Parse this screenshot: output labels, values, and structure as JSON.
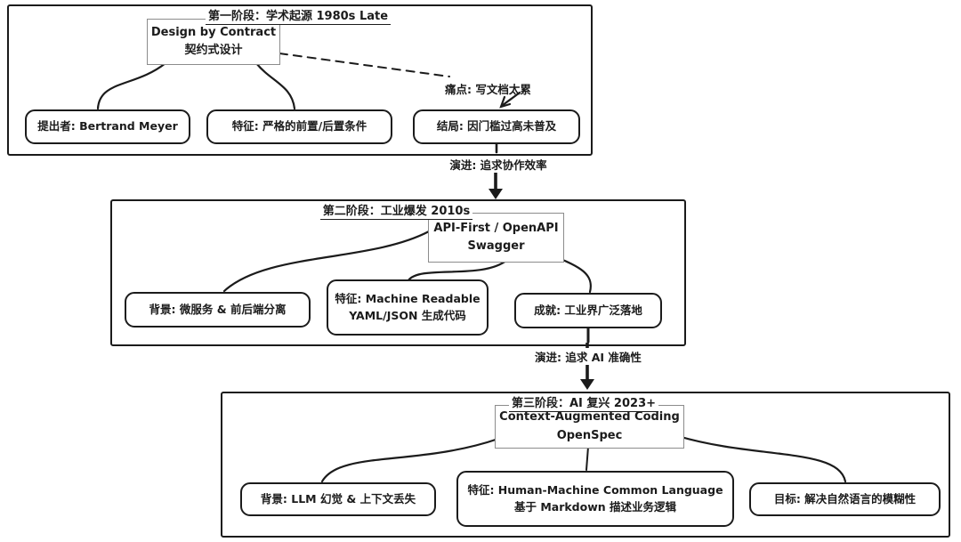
{
  "diagram": {
    "background": "#ffffff",
    "stroke_color": "#1b1b1b",
    "concept_border_color": "#8c8c8c",
    "stages": [
      {
        "title": "第一阶段：学术起源 1980s Late",
        "concept": {
          "line1": "Design by Contract",
          "line2": "契约式设计"
        },
        "children": [
          {
            "line1": "提出者: Bertrand Meyer"
          },
          {
            "line1": "特征: 严格的前置/后置条件"
          },
          {
            "line1": "结局: 因门槛过高未普及"
          }
        ],
        "annotation": "痛点: 写文档太累"
      },
      {
        "title": "第二阶段：工业爆发 2010s",
        "concept": {
          "line1": "API-First / OpenAPI",
          "line2": "Swagger"
        },
        "children": [
          {
            "line1": "背景: 微服务 & 前后端分离"
          },
          {
            "line1": "特征: Machine Readable",
            "line2": "YAML/JSON 生成代码"
          },
          {
            "line1": "成就: 工业界广泛落地"
          }
        ]
      },
      {
        "title": "第三阶段：AI 复兴 2023+",
        "concept": {
          "line1": "Context-Augmented Coding",
          "line2": "OpenSpec"
        },
        "children": [
          {
            "line1": "背景: LLM 幻觉 & 上下文丢失"
          },
          {
            "line1": "特征: Human-Machine Common Language",
            "line2": "基于 Markdown 描述业务逻辑"
          },
          {
            "line1": "目标: 解决自然语言的模糊性"
          }
        ]
      }
    ],
    "transitions": [
      "演进: 追求协作效率",
      "演进: 追求 AI 准确性"
    ]
  }
}
